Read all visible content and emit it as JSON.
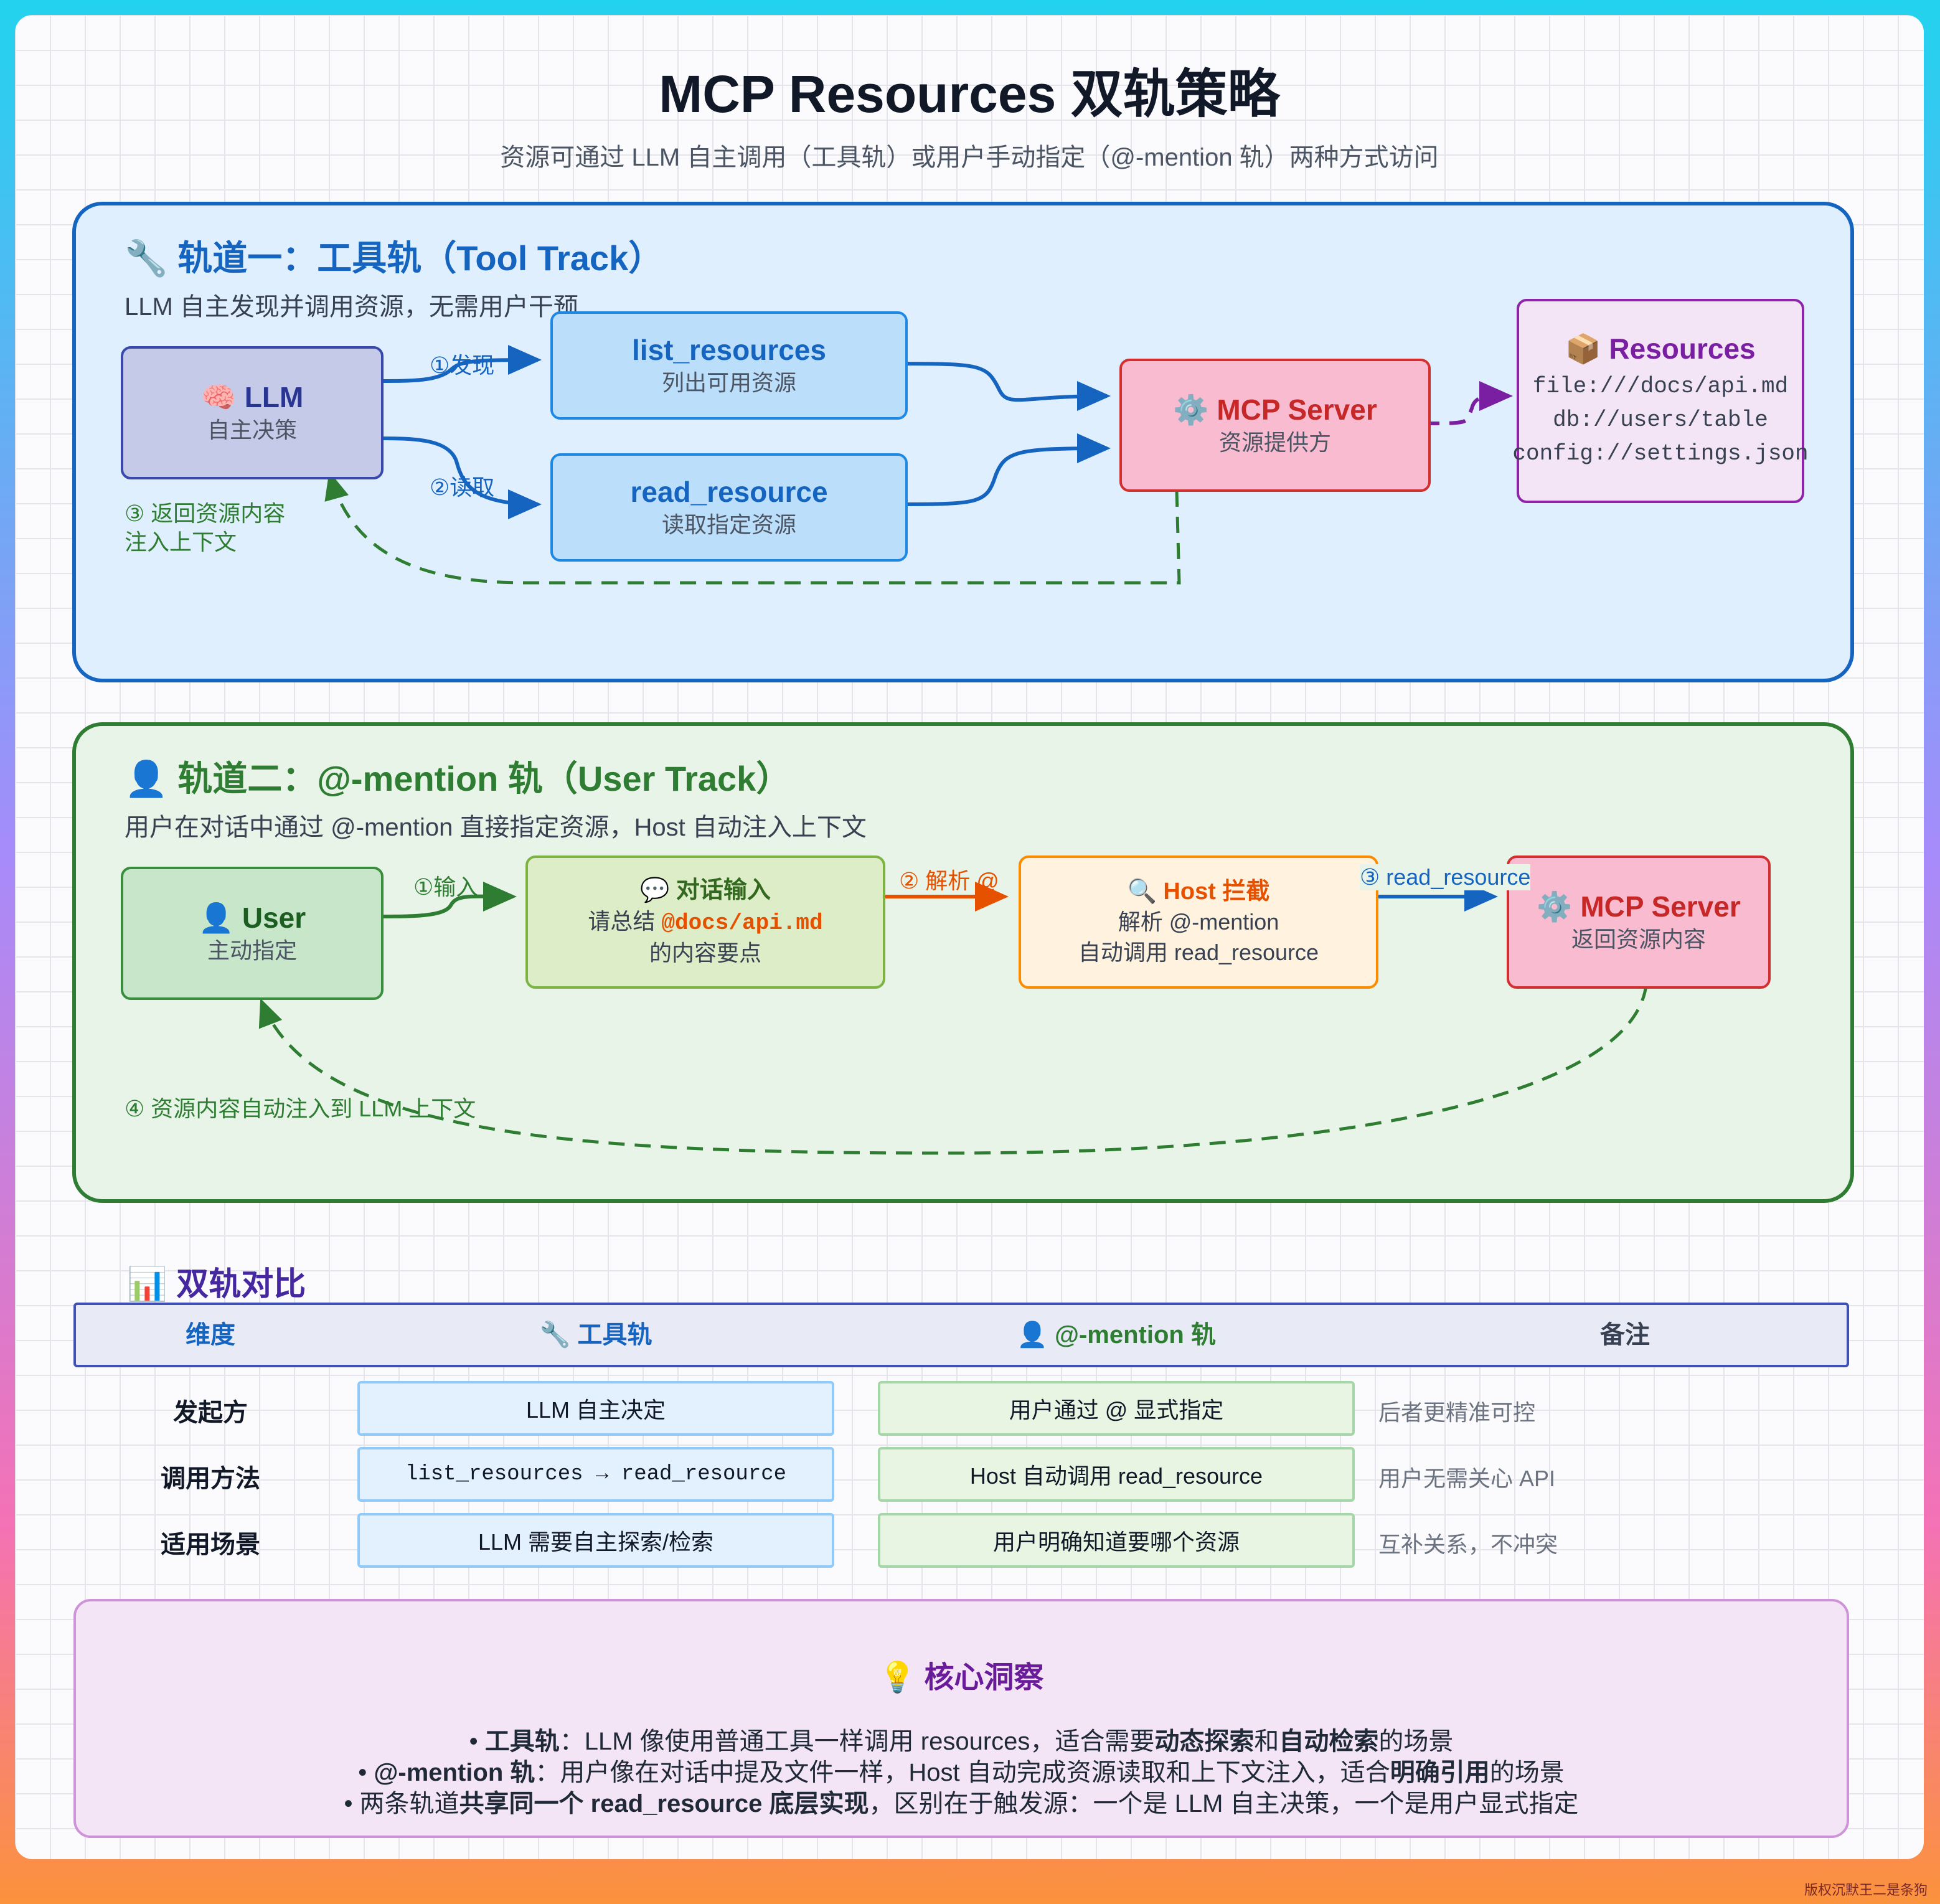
{
  "title": "MCP Resources 双轨策略",
  "subtitle": "资源可通过 LLM 自主调用（工具轨）或用户手动指定（@-mention 轨）两种方式访问",
  "track_tool": {
    "title": "🔧 轨道一：工具轨（Tool Track）",
    "desc": "LLM 自主发现并调用资源，无需用户干预",
    "llm": {
      "title": "🧠 LLM",
      "sub": "自主决策"
    },
    "list": {
      "title": "list_resources",
      "sub": "列出可用资源"
    },
    "read": {
      "title": "read_resource",
      "sub": "读取指定资源"
    },
    "server": {
      "title": "⚙️ MCP Server",
      "sub": "资源提供方"
    },
    "resources": {
      "title": "📦 Resources",
      "items": [
        "file:///docs/api.md",
        "db://users/table",
        "config://settings.json"
      ]
    },
    "step_discover": "①发现",
    "step_read": "②读取",
    "step_return_1": "③ 返回资源内容",
    "step_return_2": "注入上下文"
  },
  "track_user": {
    "title": "👤 轨道二：@-mention 轨（User Track）",
    "desc": "用户在对话中通过 @-mention 直接指定资源，Host 自动注入上下文",
    "user": {
      "title": "👤 User",
      "sub": "主动指定"
    },
    "input": {
      "title": "💬 对话输入",
      "line1_pre": "请总结 ",
      "line1_mention": "@docs/api.md",
      "line2": "的内容要点"
    },
    "host": {
      "title": "🔍 Host 拦截",
      "line1": "解析 @-mention",
      "line2": "自动调用 read_resource"
    },
    "server": {
      "title": "⚙️ MCP Server",
      "sub": "返回资源内容"
    },
    "step_input": "①输入",
    "step_parse": "② 解析 @",
    "step_read": "③ read_resource",
    "step_inject": "④ 资源内容自动注入到 LLM 上下文"
  },
  "comparison": {
    "title": "📊 双轨对比",
    "headers": [
      "维度",
      "🔧 工具轨",
      "👤 @-mention 轨",
      "备注"
    ],
    "rows": [
      {
        "dim": "发起方",
        "tool": "LLM 自主决定",
        "user": "用户通过 @ 显式指定",
        "note": "后者更精准可控"
      },
      {
        "dim": "调用方法",
        "tool": "list_resources → read_resource",
        "user": "Host 自动调用 read_resource",
        "note": "用户无需关心 API"
      },
      {
        "dim": "适用场景",
        "tool": "LLM 需要自主探索/检索",
        "user": "用户明确知道要哪个资源",
        "note": "互补关系，不冲突"
      }
    ]
  },
  "insight": {
    "title": "💡 核心洞察",
    "l1": {
      "a": "• ",
      "b": "工具轨",
      "c": "：LLM 像使用普通工具一样调用 resources，适合需要",
      "d": "动态探索",
      "e": "和",
      "f": "自动检索",
      "g": "的场景"
    },
    "l2": {
      "a": "• ",
      "b": "@-mention 轨",
      "c": "：用户像在对话中提及文件一样，Host 自动完成资源读取和上下文注入，适合",
      "d": "明确引用",
      "e": "的场景"
    },
    "l3": {
      "a": "• 两条轨道",
      "b": "共享同一个 read_resource 底层实现",
      "c": "，区别在于触发源：一个是 LLM 自主决策，一个是用户显式指定"
    }
  },
  "footer": "版权沉默王二是条狗",
  "colors": {
    "tool": "#1565c0",
    "user": "#2e7d32",
    "server": "#d32f2f",
    "resources": "#7b1fa2",
    "host": "#e65100"
  }
}
